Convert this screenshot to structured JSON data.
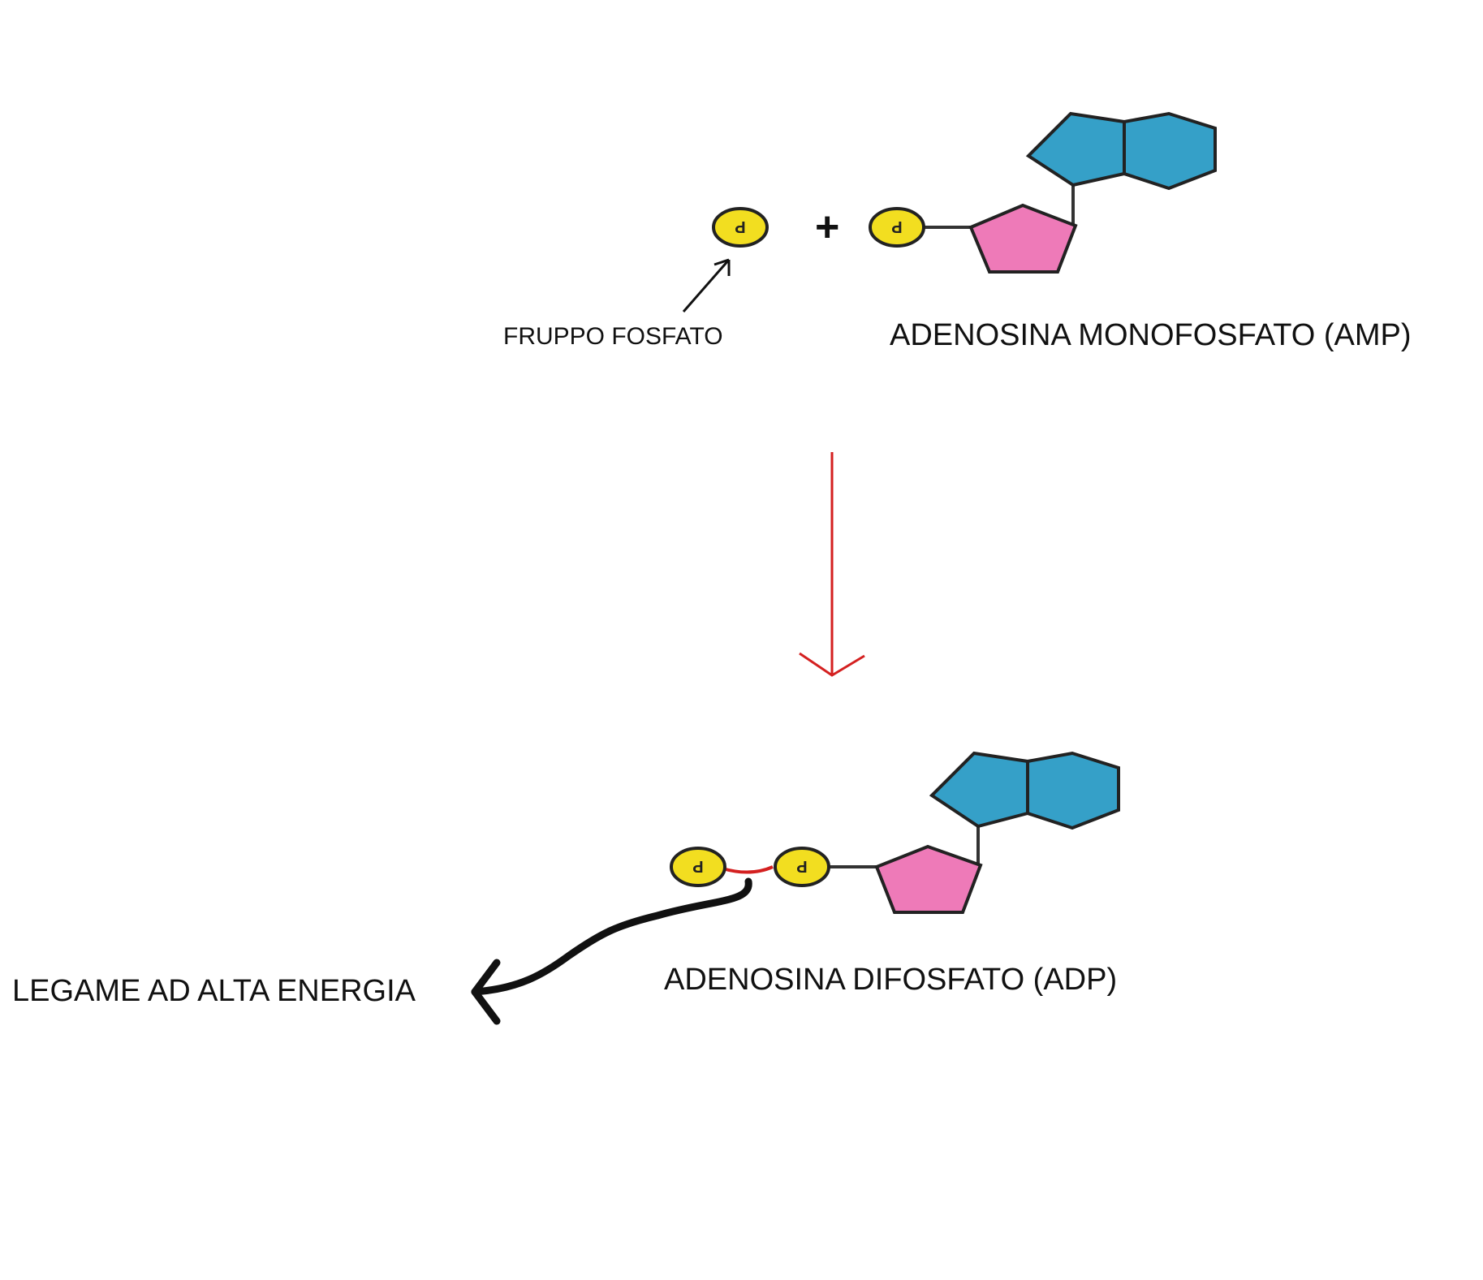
{
  "labels": {
    "free_phosphate": "FRUPPO FOSFATO",
    "amp": "ADENOSINA MONOFOSFATO (AMP)",
    "adp": "ADENOSINA DIFOSFATO (ADP)",
    "high_energy_bond": "LEGAME AD ALTA ENERGIA",
    "plus": "+",
    "phosphate_symbol": "P"
  },
  "colors": {
    "phosphate": "#f2de20",
    "ribose": "#ee7ab8",
    "base": "#35a0c8",
    "reaction_arrow": "#d42020",
    "high_energy_bond": "#d42020",
    "outline": "#222222"
  }
}
